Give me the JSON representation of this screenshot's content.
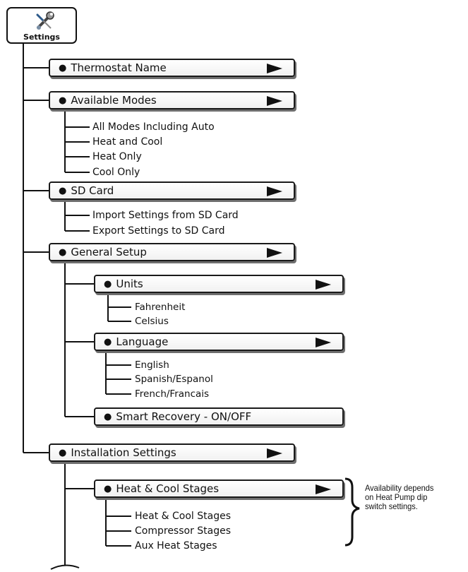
{
  "root": {
    "label": "Settings",
    "icon": "wrench-screwdriver-icon"
  },
  "menu": {
    "thermostat_name": "Thermostat Name",
    "available_modes": {
      "label": "Available Modes",
      "items": [
        "All Modes Including Auto",
        "Heat and Cool",
        "Heat Only",
        "Cool Only"
      ]
    },
    "sd_card": {
      "label": "SD Card",
      "items": [
        "Import Settings from SD Card",
        "Export Settings to SD Card"
      ]
    },
    "general_setup": {
      "label": "General Setup",
      "units": {
        "label": "Units",
        "items": [
          "Fahrenheit",
          "Celsius"
        ]
      },
      "language": {
        "label": "Language",
        "items": [
          "English",
          "Spanish/Espanol",
          "French/Francais"
        ]
      },
      "smart_recovery": "Smart Recovery - ON/OFF"
    },
    "installation_settings": {
      "label": "Installation Settings",
      "heat_cool_stages": {
        "label": "Heat & Cool Stages",
        "items": [
          "Heat & Cool Stages",
          "Compressor Stages",
          "Aux Heat Stages"
        ]
      }
    }
  },
  "note": {
    "line1": "Availability depends",
    "line2": "on Heat Pump dip",
    "line3": "switch settings."
  }
}
